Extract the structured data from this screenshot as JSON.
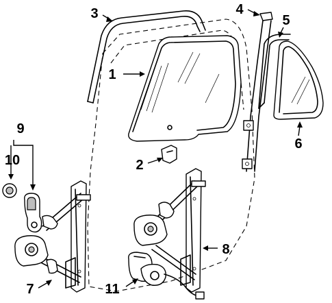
{
  "callouts": [
    {
      "label": "1",
      "part": "door-glass"
    },
    {
      "label": "2",
      "part": "glass-bracket"
    },
    {
      "label": "3",
      "part": "glass-run-channel"
    },
    {
      "label": "4",
      "part": "division-bar"
    },
    {
      "label": "5",
      "part": "quarter-glass-seal"
    },
    {
      "label": "6",
      "part": "quarter-glass"
    },
    {
      "label": "7",
      "part": "window-regulator-manual"
    },
    {
      "label": "8",
      "part": "window-regulator-power"
    },
    {
      "label": "9",
      "part": "regulator-handle-group"
    },
    {
      "label": "10",
      "part": "handle-clip"
    },
    {
      "label": "11",
      "part": "window-motor"
    }
  ]
}
